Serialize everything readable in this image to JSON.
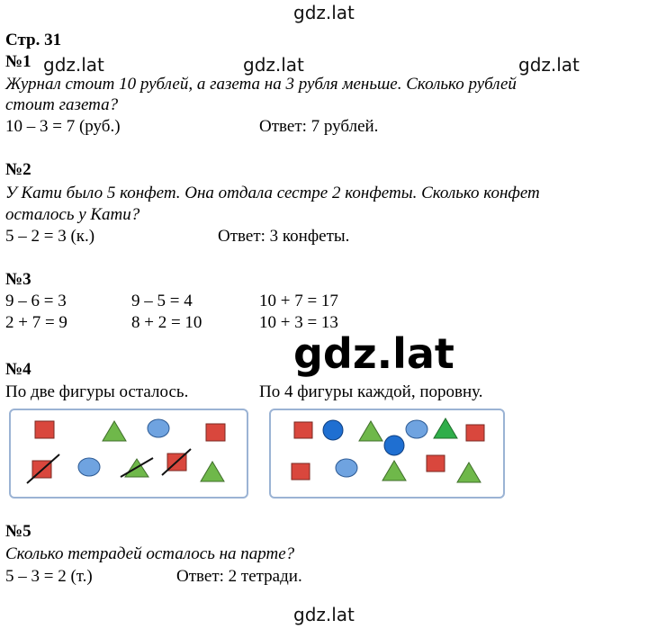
{
  "watermark": "gdz.lat",
  "page_label": "Стр. 31",
  "tasks": {
    "t1": {
      "num": "№1",
      "question_l1": "Журнал стоит 10 рублей, а газета на 3 рубля меньше. Сколько рублей",
      "question_l2": "стоит газета?",
      "solution": "10 – 3 = 7 (руб.)",
      "answer": "Ответ: 7 рублей."
    },
    "t2": {
      "num": "№2",
      "question_l1": "У Кати было 5 конфет. Она отдала сестре 2 конфеты. Сколько конфет",
      "question_l2": "осталось у Кати?",
      "solution": "5 – 2 = 3 (к.)",
      "answer": "Ответ: 3 конфеты."
    },
    "t3": {
      "num": "№3",
      "row1": [
        "9 – 6 = 3",
        "9 – 5 = 4",
        "10 + 7 = 17"
      ],
      "row2": [
        "2 + 7 = 9",
        "8 + 2 = 10",
        "10 + 3 = 13"
      ]
    },
    "t4": {
      "num": "№4",
      "left_caption": "По две фигуры осталось.",
      "right_caption": "По 4 фигуры каждой, поровну."
    },
    "t5": {
      "num": "№5",
      "question": "Сколько тетрадей осталось на парте?",
      "solution": "5 – 3 = 2 (т.)",
      "answer": "Ответ: 2 тетради."
    }
  },
  "colors": {
    "square": "#d9473d",
    "circle": "#6fa3e0",
    "triangle": "#6fb84a",
    "blue_circle": "#1f6fd1",
    "panel_border": "#9bb3d4"
  },
  "icons": {
    "square": "red-square",
    "circle": "blue-circle",
    "triangle": "green-triangle",
    "strike": "strike-line"
  }
}
